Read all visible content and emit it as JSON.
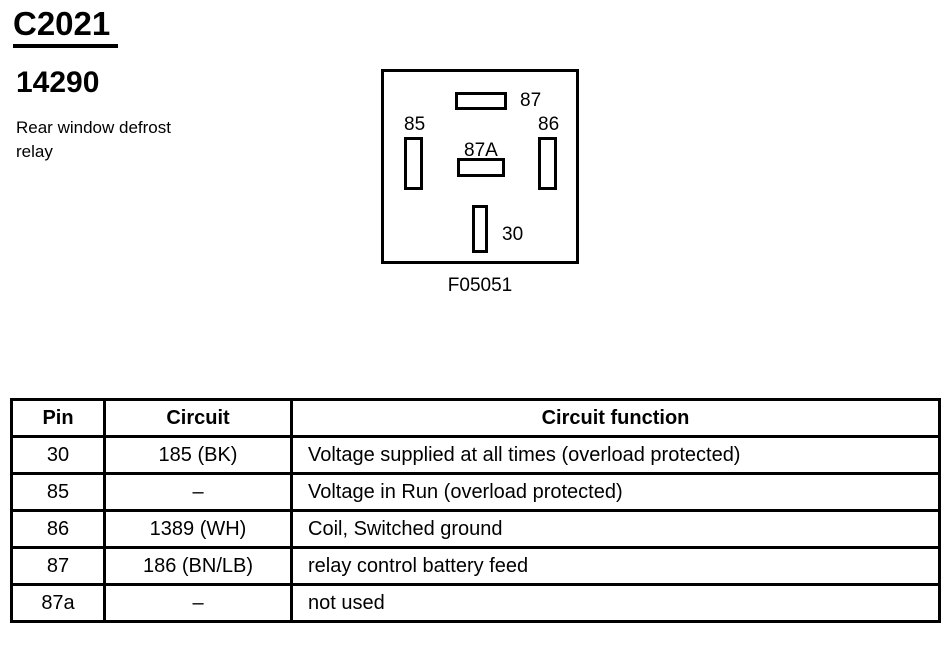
{
  "header": {
    "connector_id": "C2021",
    "part_number": "14290",
    "description_lines": [
      "Rear window defrost",
      "relay"
    ]
  },
  "diagram": {
    "figure_number": "F05051",
    "pin_labels": {
      "pin_87": "87",
      "pin_85": "85",
      "pin_86": "86",
      "pin_87a": "87A",
      "pin_30": "30"
    }
  },
  "pin_table": {
    "headers": {
      "pin": "Pin",
      "circuit": "Circuit",
      "function": "Circuit function"
    },
    "rows": [
      {
        "pin": "30",
        "circuit": "185 (BK)",
        "function": "Voltage supplied at all times (overload protected)"
      },
      {
        "pin": "85",
        "circuit": "–",
        "function": "Voltage in Run (overload protected)"
      },
      {
        "pin": "86",
        "circuit": "1389 (WH)",
        "function": "Coil, Switched ground"
      },
      {
        "pin": "87",
        "circuit": "186 (BN/LB)",
        "function": "relay control battery feed"
      },
      {
        "pin": "87a",
        "circuit": "–",
        "function": "not used"
      }
    ]
  },
  "colors": {
    "foreground": "#000000",
    "background": "#ffffff"
  }
}
